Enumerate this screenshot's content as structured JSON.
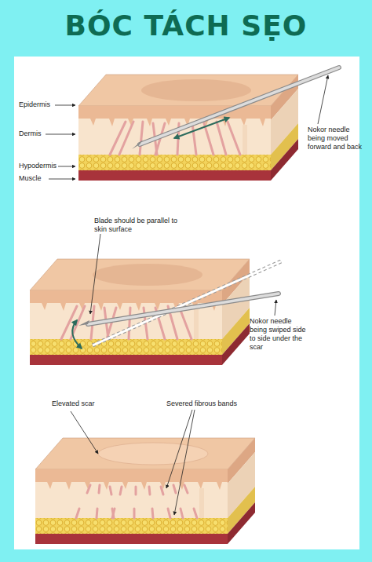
{
  "diagram": {
    "title": "BÓC TÁCH SẸO",
    "labels": [
      "Epidermis",
      "Dermis",
      "Hypodermis",
      "Muscle",
      "Nokor needle being moved forward and back",
      "Blade should be parallel to skin surface",
      "Nokor needle being swiped side to side under the scar",
      "Elevated scar",
      "Severed fibrous bands"
    ]
  }
}
